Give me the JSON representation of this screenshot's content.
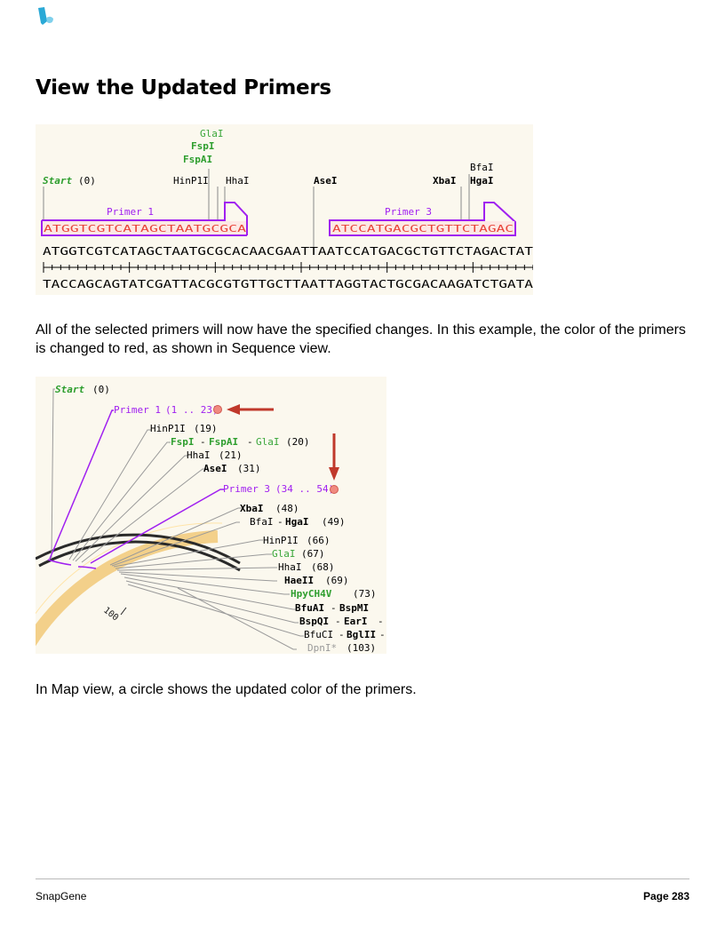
{
  "page": {
    "title": "View the Updated Primers",
    "paragraph1": "All of the selected primers will now have the specified changes. In this example, the color of the primers is changed to red, as shown in Sequence view.",
    "paragraph2": "In Map view, a circle shows the updated color of the primers.",
    "footer_left": "SnapGene",
    "footer_right": "Page 283"
  },
  "sequence_view": {
    "enzymes": {
      "glai": "GlaI",
      "fspi": "FspI",
      "fspai": "FspAI",
      "start": "Start",
      "start_pos": "(0)",
      "hinp1i": "HinP1I",
      "hhai": "HhaI",
      "asei": "AseI",
      "xbai": "XbaI",
      "bfai": "BfaI",
      "hgai": "HgaI"
    },
    "primer1_label": "Primer 1",
    "primer3_label": "Primer 3",
    "primer1_seq": "ATGGTCGTCATAGCTAATGCGCA",
    "primer3_seq": "ATCCATGACGCTGTTCTAGAC",
    "top_strand": "ATGGTCGTCATAGCTAATGCGCACAACGAATTAATCCATGACGCTGTTCTAGACTAT",
    "bottom_strand": "TACCAGCAGTATCGATTACGCGTGTTGCTTAATTAGGTACTGCGACAAGATCTGATA",
    "primer_color": "#e8443a",
    "primer_box_color": "#a020f0"
  },
  "map_view": {
    "labels": {
      "start": "Start",
      "start_pos": "(0)",
      "primer1": "Primer 1",
      "primer1_range": "(1 .. 23)",
      "hinp1i_19": "HinP1I",
      "pos19": "(19)",
      "fspi": "FspI",
      "fspai": "FspAI",
      "glai": "GlaI",
      "pos20": "(20)",
      "hhai_21": "HhaI",
      "pos21": "(21)",
      "asei": "AseI",
      "pos31": "(31)",
      "primer3": "Primer 3",
      "primer3_range": "(34 .. 54)",
      "xbai": "XbaI",
      "pos48": "(48)",
      "bfai": "BfaI",
      "hgai": "HgaI",
      "pos49": "(49)",
      "hinp1i_66": "HinP1I",
      "pos66": "(66)",
      "glai_67": "GlaI",
      "pos67": "(67)",
      "hhai_68": "HhaI",
      "pos68": "(68)",
      "haeii": "HaeII",
      "pos69": "(69)",
      "hpych4v": "HpyCH4V",
      "pos73": "(73)",
      "bfuai": "BfuAI",
      "bspmi": "BspMI",
      "bspqi": "BspQI",
      "eari": "EarI",
      "bfuci": "BfuCI",
      "bglii": "BglII",
      "dpni": "DpnI*",
      "pos103": "(103)",
      "tick100": "100",
      "dash": "-"
    },
    "marker_color": "#f08a80",
    "arrow_color": "#c0392b"
  }
}
